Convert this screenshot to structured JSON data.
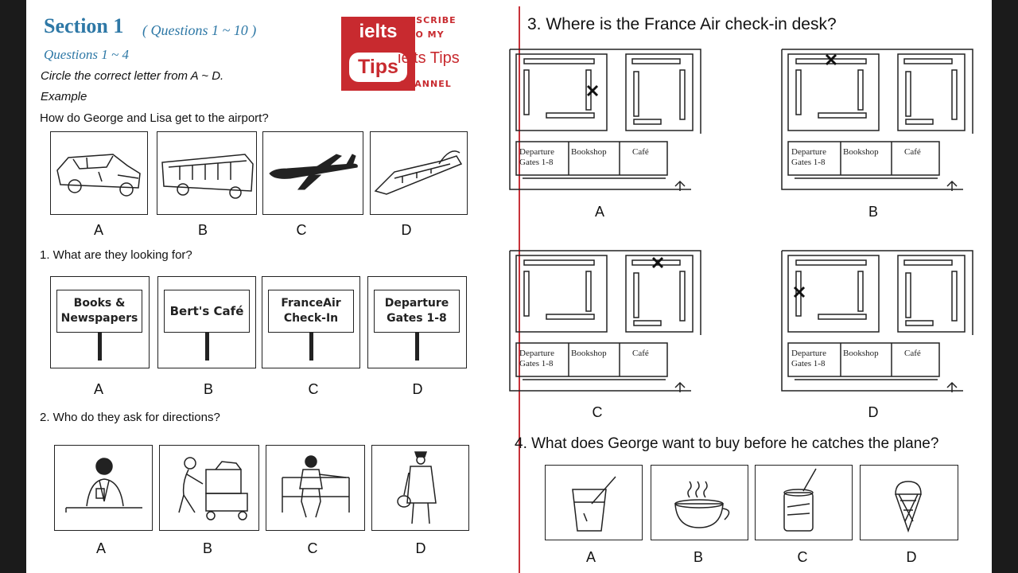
{
  "section": {
    "title": "Section 1",
    "range": "( Questions 1 ~ 10 )",
    "subrange": "Questions 1 ~ 4"
  },
  "instructions": "Circle the correct letter from A ~ D.",
  "example_label": "Example",
  "example_question": "How do George and Lisa get to the airport?",
  "letters": [
    "A",
    "B",
    "C",
    "D"
  ],
  "q1": {
    "question": "1. What are they looking for?",
    "signs": [
      "Books &\nNewspapers",
      "Bert's Café",
      "FranceAir\nCheck-In",
      "Departure\nGates 1-8"
    ]
  },
  "q2": {
    "question": "2. Who do they ask for directions?"
  },
  "q3": {
    "question": "3. Where is the France Air check-in desk?",
    "plan_labels": {
      "departure": "Departure\nGates 1-8",
      "bookshop": "Bookshop",
      "cafe": "Café"
    }
  },
  "q4": {
    "question": "4. What does George want to buy before he catches the plane?"
  },
  "logo": {
    "top": "ielts",
    "pill": "Tips",
    "subscribe1": "SUBSCRIBE",
    "subscribe2": "TO MY",
    "channel_name": "ielts Tips",
    "channel": "CHANNEL",
    "color": "#c82a2f"
  },
  "icons": [
    "car-icon",
    "bus-icon",
    "airplane-icon",
    "train-icon",
    "clerk-icon",
    "porter-icon",
    "seated-man-icon",
    "traveler-icon",
    "glass-drink-icon",
    "teacup-icon",
    "cola-can-icon",
    "ice-cream-icon"
  ]
}
